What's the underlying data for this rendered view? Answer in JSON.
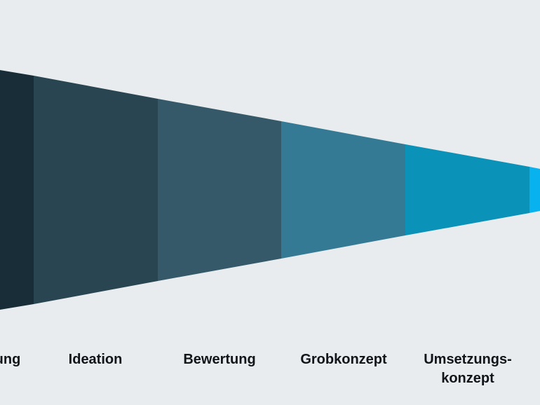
{
  "diagram": {
    "stages": [
      {
        "label": "ung",
        "color": "#182d37"
      },
      {
        "label": "Ideation",
        "color": "#284551"
      },
      {
        "label": "Bewertung",
        "color": "#355969"
      },
      {
        "label": "Grobkonzept",
        "color": "#357a94"
      },
      {
        "label": "Umsetzungs-\nkonzept",
        "color": "#0b92b8"
      },
      {
        "label": "",
        "color": "#08b2ef"
      }
    ]
  }
}
